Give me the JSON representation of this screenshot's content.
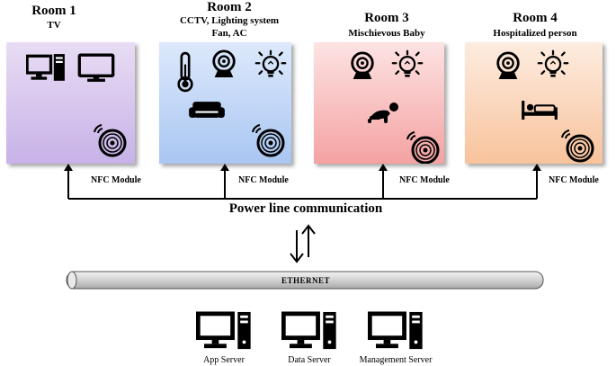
{
  "rooms": [
    {
      "title": "Room 1",
      "subtitle": "TV",
      "gradient": [
        "#e8dcf4",
        "#c5aee6"
      ]
    },
    {
      "title": "Room 2",
      "subtitle": "CCTV, Lighting system",
      "subtitle2": "Fan, AC",
      "gradient": [
        "#dbe8fb",
        "#a9c6f2"
      ]
    },
    {
      "title": "Room 3",
      "subtitle": "Mischievous Baby",
      "gradient": [
        "#fde0e0",
        "#f5a5a5"
      ]
    },
    {
      "title": "Room 4",
      "subtitle": "Hospitalized person",
      "gradient": [
        "#fde8d8",
        "#f8c49e"
      ]
    }
  ],
  "nfc_label": "NFC Module",
  "plc_label": "Power line communication",
  "ethernet_label": "ETHERNET",
  "servers": [
    {
      "label": "App Server"
    },
    {
      "label": "Data Server"
    },
    {
      "label": "Management Server"
    }
  ],
  "icons": {
    "room1": [
      "desktop-icon",
      "monitor-icon",
      "nfc-icon"
    ],
    "room2": [
      "thermometer-icon",
      "camera-icon",
      "bulb-icon",
      "sofa-icon",
      "nfc-icon"
    ],
    "room3": [
      "camera-icon",
      "bulb-icon",
      "baby-icon",
      "nfc-icon"
    ],
    "room4": [
      "camera-icon",
      "bulb-icon",
      "hospital-bed-icon",
      "nfc-icon"
    ],
    "link": "bidirectional-arrow-icon",
    "servers": "server-icon"
  }
}
